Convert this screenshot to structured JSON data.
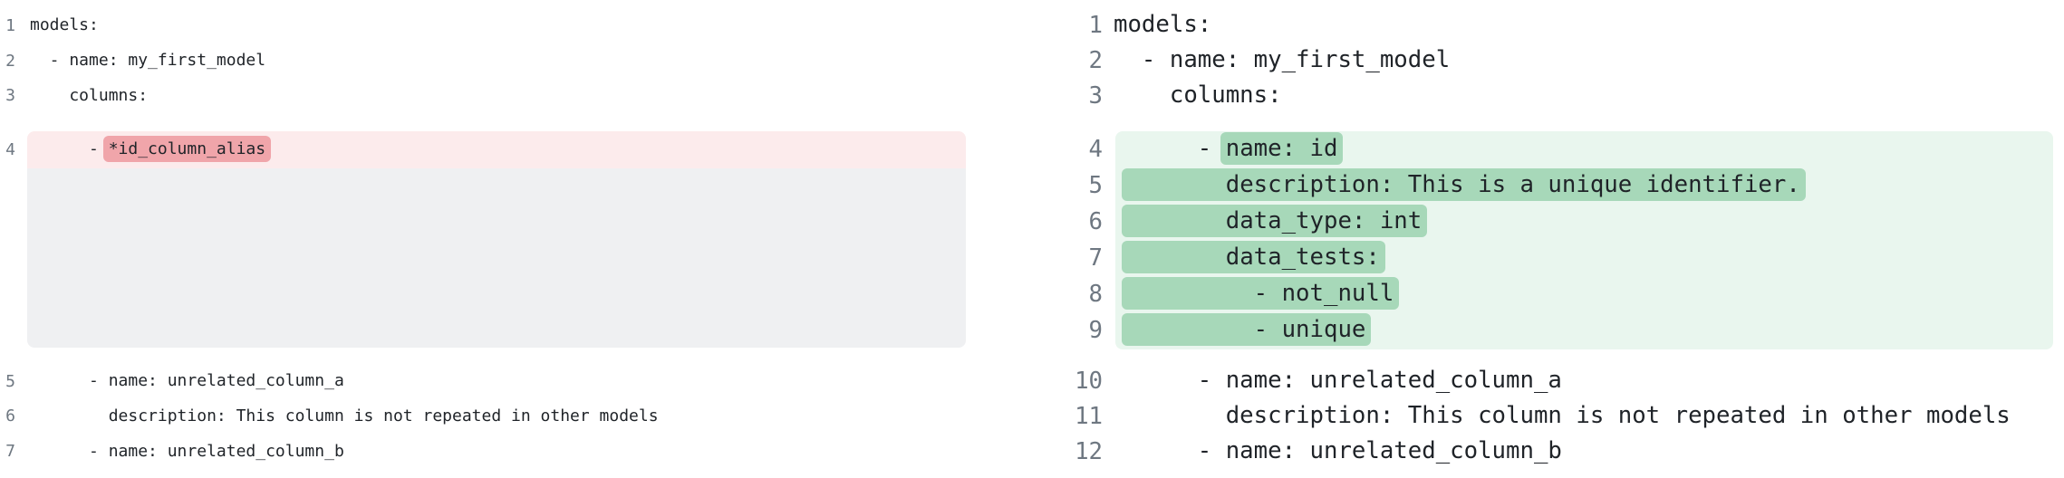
{
  "colors": {
    "removed_line_bg": "#fcebec",
    "removed_word_bg": "#f0a5aa",
    "added_block_bg": "#e9f6ee",
    "added_word_bg": "#a7d8b9",
    "filler_bg": "#eff0f2",
    "code_text": "#1f2328",
    "line_number": "#6e7781",
    "background": "#ffffff"
  },
  "panels": [
    {
      "name": "before",
      "mark_type": "removed",
      "sections": [
        {
          "kind": "code",
          "lines": [
            {
              "num": "1",
              "segments": [
                {
                  "text": "models:"
                }
              ]
            },
            {
              "num": "2",
              "segments": [
                {
                  "text": "  - name: my_first_model"
                }
              ]
            },
            {
              "num": "3",
              "segments": [
                {
                  "text": "    columns:"
                }
              ]
            }
          ]
        },
        {
          "kind": "block",
          "lines": [
            {
              "num": "4",
              "segments": [
                {
                  "text": "      - "
                },
                {
                  "text": "*id_column_alias",
                  "mark": true
                }
              ]
            }
          ]
        },
        {
          "kind": "filler"
        },
        {
          "kind": "code",
          "lines": [
            {
              "num": "5",
              "segments": [
                {
                  "text": "      - name: unrelated_column_a"
                }
              ]
            },
            {
              "num": "6",
              "segments": [
                {
                  "text": "        description: This column is not repeated in other models"
                }
              ]
            },
            {
              "num": "7",
              "segments": [
                {
                  "text": "      - name: unrelated_column_b"
                }
              ]
            }
          ]
        }
      ]
    },
    {
      "name": "after",
      "mark_type": "added",
      "sections": [
        {
          "kind": "code",
          "lines": [
            {
              "num": "1",
              "segments": [
                {
                  "text": "models:"
                }
              ]
            },
            {
              "num": "2",
              "segments": [
                {
                  "text": "  - name: my_first_model"
                }
              ]
            },
            {
              "num": "3",
              "segments": [
                {
                  "text": "    columns:"
                }
              ]
            }
          ]
        },
        {
          "kind": "block",
          "lines": [
            {
              "num": "4",
              "segments": [
                {
                  "text": "      - "
                },
                {
                  "text": "name: id",
                  "mark": true
                }
              ]
            },
            {
              "num": "5",
              "segments": [
                {
                  "text": " "
                },
                {
                  "text": "       description: This is a unique identifier.",
                  "mark": true
                }
              ]
            },
            {
              "num": "6",
              "segments": [
                {
                  "text": " "
                },
                {
                  "text": "       data_type: int",
                  "mark": true
                }
              ]
            },
            {
              "num": "7",
              "segments": [
                {
                  "text": " "
                },
                {
                  "text": "       data_tests:",
                  "mark": true
                }
              ]
            },
            {
              "num": "8",
              "segments": [
                {
                  "text": " "
                },
                {
                  "text": "         - not_null",
                  "mark": true
                }
              ]
            },
            {
              "num": "9",
              "segments": [
                {
                  "text": " "
                },
                {
                  "text": "         - unique",
                  "mark": true
                }
              ]
            }
          ]
        },
        {
          "kind": "code",
          "lines": [
            {
              "num": "10",
              "segments": [
                {
                  "text": "      - name: unrelated_column_a"
                }
              ]
            },
            {
              "num": "11",
              "segments": [
                {
                  "text": "        description: This column is not repeated in other models"
                }
              ]
            },
            {
              "num": "12",
              "segments": [
                {
                  "text": "      - name: unrelated_column_b"
                }
              ]
            }
          ]
        }
      ]
    }
  ]
}
